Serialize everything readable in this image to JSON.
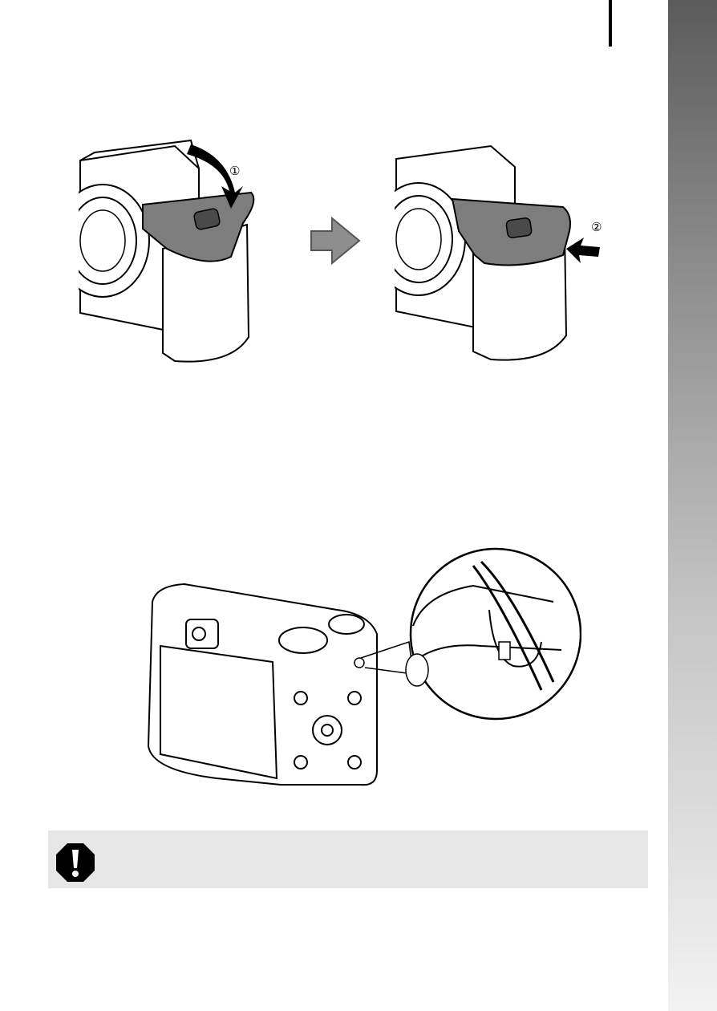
{
  "page": {
    "section_tab_color": "#7a7a7a",
    "accent_color": "#000000",
    "note_background": "#e6e6e6"
  },
  "figures": {
    "battery_cover": {
      "step1_label": "①",
      "step2_label": "②",
      "icons": [
        "curved-arrow-icon",
        "right-arrow-icon",
        "push-arrow-icon"
      ]
    },
    "strap": {
      "icons": [
        "magnifier-circle"
      ]
    }
  },
  "note": {
    "icon": "caution-icon",
    "text": ""
  }
}
